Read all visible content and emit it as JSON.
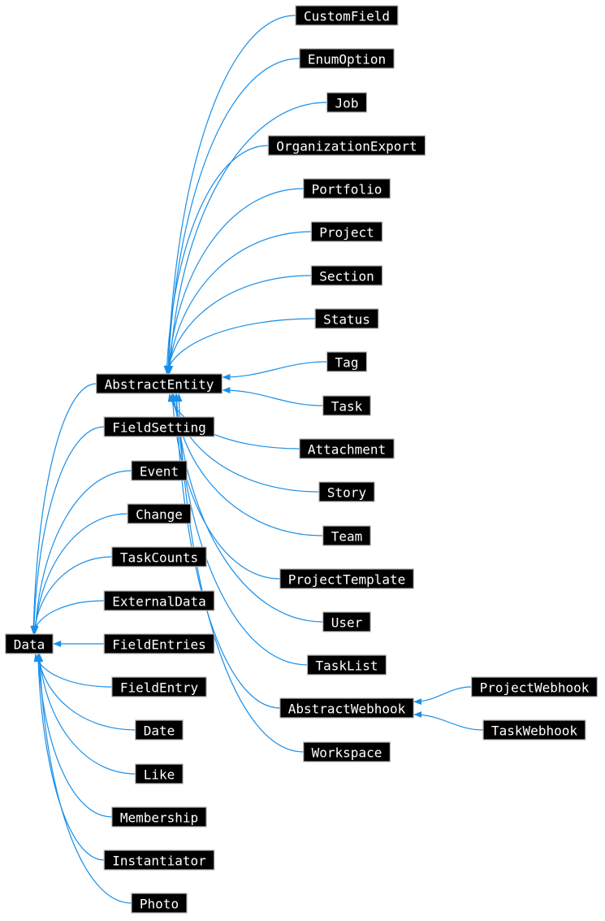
{
  "diagram": {
    "type": "inheritance-graph",
    "edge_color": "#1a8fe8",
    "box_fill": "#000000",
    "box_border": "#b8b8b8",
    "text_color": "#ffffff",
    "nodes": [
      {
        "id": "customfield",
        "label": "CustomField"
      },
      {
        "id": "enumoption",
        "label": "EnumOption"
      },
      {
        "id": "job",
        "label": "Job"
      },
      {
        "id": "organizationexport",
        "label": "OrganizationExport"
      },
      {
        "id": "portfolio",
        "label": "Portfolio"
      },
      {
        "id": "project",
        "label": "Project"
      },
      {
        "id": "section",
        "label": "Section"
      },
      {
        "id": "status",
        "label": "Status"
      },
      {
        "id": "tag",
        "label": "Tag"
      },
      {
        "id": "abstractentity",
        "label": "AbstractEntity"
      },
      {
        "id": "task",
        "label": "Task"
      },
      {
        "id": "fieldsetting",
        "label": "FieldSetting"
      },
      {
        "id": "attachment",
        "label": "Attachment"
      },
      {
        "id": "event",
        "label": "Event"
      },
      {
        "id": "story",
        "label": "Story"
      },
      {
        "id": "change",
        "label": "Change"
      },
      {
        "id": "team",
        "label": "Team"
      },
      {
        "id": "taskcounts",
        "label": "TaskCounts"
      },
      {
        "id": "projecttemplate",
        "label": "ProjectTemplate"
      },
      {
        "id": "externaldata",
        "label": "ExternalData"
      },
      {
        "id": "user",
        "label": "User"
      },
      {
        "id": "data",
        "label": "Data"
      },
      {
        "id": "fieldentries",
        "label": "FieldEntries"
      },
      {
        "id": "tasklist",
        "label": "TaskList"
      },
      {
        "id": "fieldentry",
        "label": "FieldEntry"
      },
      {
        "id": "projectwebhook",
        "label": "ProjectWebhook"
      },
      {
        "id": "abstractwebhook",
        "label": "AbstractWebhook"
      },
      {
        "id": "date",
        "label": "Date"
      },
      {
        "id": "taskwebhook",
        "label": "TaskWebhook"
      },
      {
        "id": "workspace",
        "label": "Workspace"
      },
      {
        "id": "like",
        "label": "Like"
      },
      {
        "id": "membership",
        "label": "Membership"
      },
      {
        "id": "instantiator",
        "label": "Instantiator"
      },
      {
        "id": "photo",
        "label": "Photo"
      }
    ],
    "edges": [
      {
        "from": "customfield",
        "to": "abstractentity"
      },
      {
        "from": "enumoption",
        "to": "abstractentity"
      },
      {
        "from": "job",
        "to": "abstractentity"
      },
      {
        "from": "organizationexport",
        "to": "abstractentity"
      },
      {
        "from": "portfolio",
        "to": "abstractentity"
      },
      {
        "from": "project",
        "to": "abstractentity"
      },
      {
        "from": "section",
        "to": "abstractentity"
      },
      {
        "from": "status",
        "to": "abstractentity"
      },
      {
        "from": "tag",
        "to": "abstractentity"
      },
      {
        "from": "task",
        "to": "abstractentity"
      },
      {
        "from": "attachment",
        "to": "abstractentity"
      },
      {
        "from": "story",
        "to": "abstractentity"
      },
      {
        "from": "team",
        "to": "abstractentity"
      },
      {
        "from": "projecttemplate",
        "to": "abstractentity"
      },
      {
        "from": "user",
        "to": "abstractentity"
      },
      {
        "from": "tasklist",
        "to": "abstractentity"
      },
      {
        "from": "abstractwebhook",
        "to": "abstractentity"
      },
      {
        "from": "workspace",
        "to": "abstractentity"
      },
      {
        "from": "projectwebhook",
        "to": "abstractwebhook"
      },
      {
        "from": "taskwebhook",
        "to": "abstractwebhook"
      },
      {
        "from": "abstractentity",
        "to": "data"
      },
      {
        "from": "fieldsetting",
        "to": "data"
      },
      {
        "from": "event",
        "to": "data"
      },
      {
        "from": "change",
        "to": "data"
      },
      {
        "from": "taskcounts",
        "to": "data"
      },
      {
        "from": "externaldata",
        "to": "data"
      },
      {
        "from": "fieldentries",
        "to": "data"
      },
      {
        "from": "fieldentry",
        "to": "data"
      },
      {
        "from": "date",
        "to": "data"
      },
      {
        "from": "like",
        "to": "data"
      },
      {
        "from": "membership",
        "to": "data"
      },
      {
        "from": "instantiator",
        "to": "data"
      },
      {
        "from": "photo",
        "to": "data"
      }
    ]
  }
}
